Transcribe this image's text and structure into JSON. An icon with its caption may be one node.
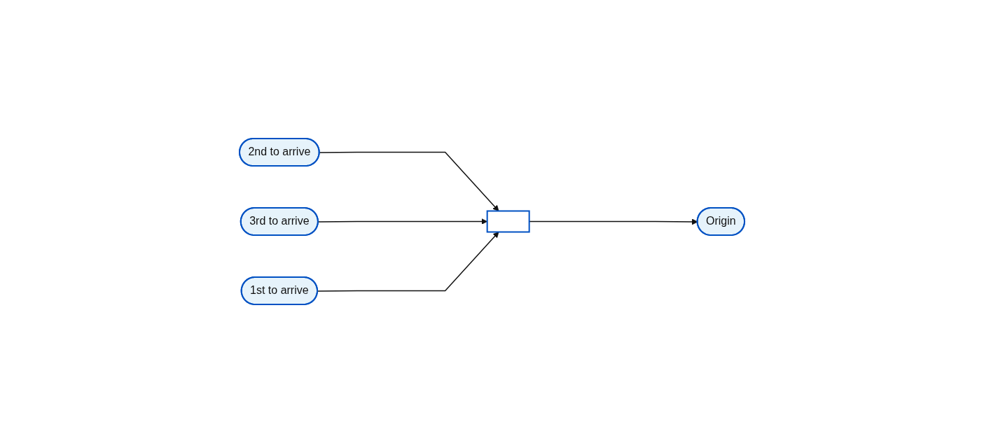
{
  "diagram": {
    "nodes": [
      {
        "text": [
          "2nd to arrive"
        ]
      },
      {
        "text": [
          "3rd to arrive"
        ]
      },
      {
        "text": [
          "1st to arrive"
        ]
      },
      {
        "text": [],
        "shape": "box"
      },
      {
        "text": [
          "Origin"
        ]
      }
    ],
    "edges": [
      {
        "from": 0,
        "to": 3,
        "arrow": "to"
      },
      {
        "from": 1,
        "to": 3,
        "arrow": "to"
      },
      {
        "from": 2,
        "to": 3,
        "arrow": "to"
      },
      {
        "from": 3,
        "to": 4,
        "arrow": "to"
      }
    ]
  }
}
